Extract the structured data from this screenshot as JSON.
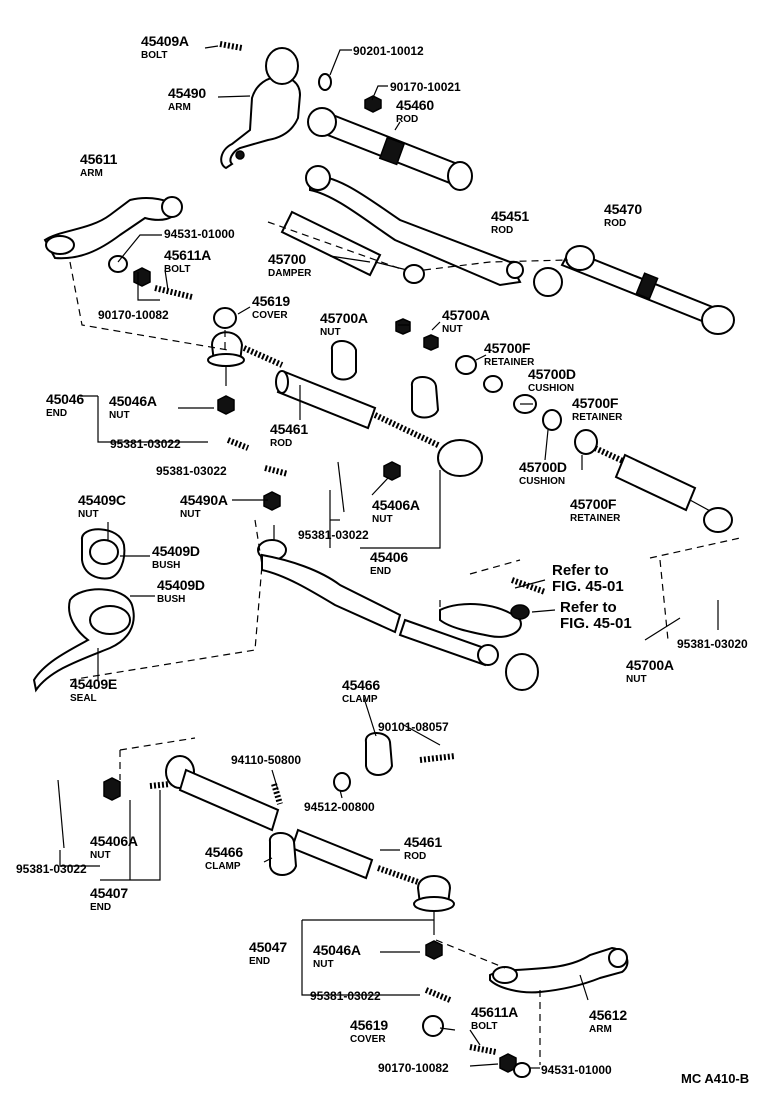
{
  "parts": [
    {
      "id": "p01",
      "number": "45409A",
      "name": "BOLT"
    },
    {
      "id": "p02",
      "number": "90201-10012",
      "name": ""
    },
    {
      "id": "p03",
      "number": "45490",
      "name": "ARM"
    },
    {
      "id": "p04",
      "number": "90170-10021",
      "name": ""
    },
    {
      "id": "p05",
      "number": "45460",
      "name": "ROD"
    },
    {
      "id": "p06",
      "number": "45611",
      "name": "ARM"
    },
    {
      "id": "p07",
      "number": "94531-01000",
      "name": ""
    },
    {
      "id": "p08",
      "number": "45611A",
      "name": "BOLT"
    },
    {
      "id": "p09",
      "number": "45451",
      "name": "ROD"
    },
    {
      "id": "p10",
      "number": "45470",
      "name": "ROD"
    },
    {
      "id": "p11",
      "number": "45700",
      "name": "DAMPER"
    },
    {
      "id": "p12",
      "number": "90170-10082",
      "name": ""
    },
    {
      "id": "p13",
      "number": "45619",
      "name": "COVER"
    },
    {
      "id": "p14",
      "number": "45700A",
      "name": "NUT"
    },
    {
      "id": "p15",
      "number": "45700A",
      "name": "NUT"
    },
    {
      "id": "p16",
      "number": "45700F",
      "name": "RETAINER"
    },
    {
      "id": "p17",
      "number": "45046",
      "name": "END"
    },
    {
      "id": "p18",
      "number": "45046A",
      "name": "NUT"
    },
    {
      "id": "p19",
      "number": "45700D",
      "name": "CUSHION"
    },
    {
      "id": "p20",
      "number": "45700F",
      "name": "RETAINER"
    },
    {
      "id": "p21",
      "number": "45461",
      "name": "ROD"
    },
    {
      "id": "p22",
      "number": "95381-03022",
      "name": ""
    },
    {
      "id": "p23",
      "number": "45700D",
      "name": "CUSHION"
    },
    {
      "id": "p24",
      "number": "95381-03022",
      "name": ""
    },
    {
      "id": "p25",
      "number": "45700F",
      "name": "RETAINER"
    },
    {
      "id": "p26",
      "number": "45409C",
      "name": "NUT"
    },
    {
      "id": "p27",
      "number": "45490A",
      "name": "NUT"
    },
    {
      "id": "p28",
      "number": "45406A",
      "name": "NUT"
    },
    {
      "id": "p29",
      "number": "95381-03022",
      "name": ""
    },
    {
      "id": "p30",
      "number": "45409D",
      "name": "BUSH"
    },
    {
      "id": "p31",
      "number": "45406",
      "name": "END"
    },
    {
      "id": "p32",
      "number": "45409D",
      "name": "BUSH"
    },
    {
      "id": "p33",
      "number": "45409E",
      "name": "SEAL"
    },
    {
      "id": "p34",
      "number": "95381-03020",
      "name": ""
    },
    {
      "id": "p35",
      "number": "45700A",
      "name": "NUT"
    },
    {
      "id": "p36",
      "number": "45466",
      "name": "CLAMP"
    },
    {
      "id": "p37",
      "number": "90101-08057",
      "name": ""
    },
    {
      "id": "p38",
      "number": "94110-50800",
      "name": ""
    },
    {
      "id": "p39",
      "number": "94512-00800",
      "name": ""
    },
    {
      "id": "p40",
      "number": "45406A",
      "name": "NUT"
    },
    {
      "id": "p41",
      "number": "45461",
      "name": "ROD"
    },
    {
      "id": "p42",
      "number": "95381-03022",
      "name": ""
    },
    {
      "id": "p43",
      "number": "45466",
      "name": "CLAMP"
    },
    {
      "id": "p44",
      "number": "45407",
      "name": "END"
    },
    {
      "id": "p45",
      "number": "45047",
      "name": "END"
    },
    {
      "id": "p46",
      "number": "45046A",
      "name": "NUT"
    },
    {
      "id": "p47",
      "number": "95381-03022",
      "name": ""
    },
    {
      "id": "p48",
      "number": "45611A",
      "name": "BOLT"
    },
    {
      "id": "p49",
      "number": "45612",
      "name": "ARM"
    },
    {
      "id": "p50",
      "number": "45619",
      "name": "COVER"
    },
    {
      "id": "p51",
      "number": "90170-10082",
      "name": ""
    },
    {
      "id": "p52",
      "number": "94531-01000",
      "name": ""
    }
  ],
  "references": [
    {
      "id": "r1",
      "text": "Refer to\nFIG. 45-01"
    },
    {
      "id": "r2",
      "text": "Refer to\nFIG. 45-01"
    }
  ],
  "figure_code": "MC  A410-B"
}
